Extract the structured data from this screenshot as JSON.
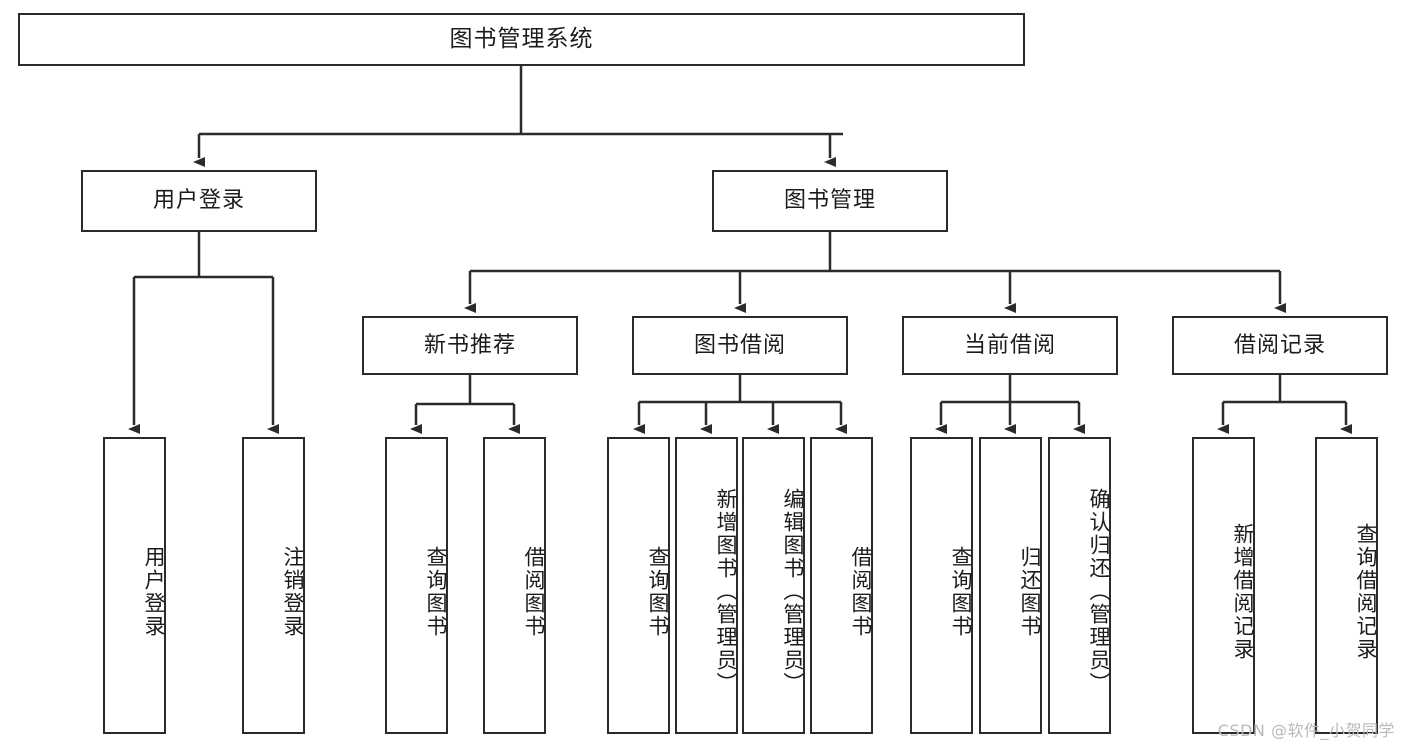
{
  "diagram": {
    "title": "图书管理系统",
    "type": "hierarchy-tree",
    "watermark": "CSDN @软件_小贺同学",
    "colors": {
      "box_border": "#2b2b2b",
      "box_fill": "#ffffff",
      "connector": "#2b2b2b",
      "text": "#1c1c1c",
      "watermark": "#b9b9b9",
      "background": "#ffffff"
    },
    "root": {
      "id": "root",
      "label": "图书管理系统"
    },
    "level1": [
      {
        "id": "user-login",
        "label": "用户登录"
      },
      {
        "id": "book-manage",
        "label": "图书管理"
      }
    ],
    "level2": [
      {
        "id": "new-book-rec",
        "label": "新书推荐",
        "parent": "book-manage"
      },
      {
        "id": "book-borrow",
        "label": "图书借阅",
        "parent": "book-manage"
      },
      {
        "id": "current-borrow",
        "label": "当前借阅",
        "parent": "book-manage"
      },
      {
        "id": "borrow-record",
        "label": "借阅记录",
        "parent": "book-manage"
      }
    ],
    "leaves": {
      "user-login": [
        {
          "id": "leaf-user-login",
          "label": "用户登录"
        },
        {
          "id": "leaf-logout",
          "label": "注销登录"
        }
      ],
      "new-book-rec": [
        {
          "id": "leaf-query-book-1",
          "label": "查询图书"
        },
        {
          "id": "leaf-borrow-book-1",
          "label": "借阅图书"
        }
      ],
      "book-borrow": [
        {
          "id": "leaf-query-book-2",
          "label": "查询图书"
        },
        {
          "id": "leaf-add-book",
          "label": "新增图书（管理员）"
        },
        {
          "id": "leaf-edit-book",
          "label": "编辑图书（管理员）"
        },
        {
          "id": "leaf-borrow-book-2",
          "label": "借阅图书"
        }
      ],
      "current-borrow": [
        {
          "id": "leaf-query-book-3",
          "label": "查询图书"
        },
        {
          "id": "leaf-return-book",
          "label": "归还图书"
        },
        {
          "id": "leaf-confirm-return",
          "label": "确认归还（管理员）"
        }
      ],
      "borrow-record": [
        {
          "id": "leaf-add-record",
          "label": "新增借阅记录"
        },
        {
          "id": "leaf-query-record",
          "label": "查询借阅记录"
        }
      ]
    }
  }
}
